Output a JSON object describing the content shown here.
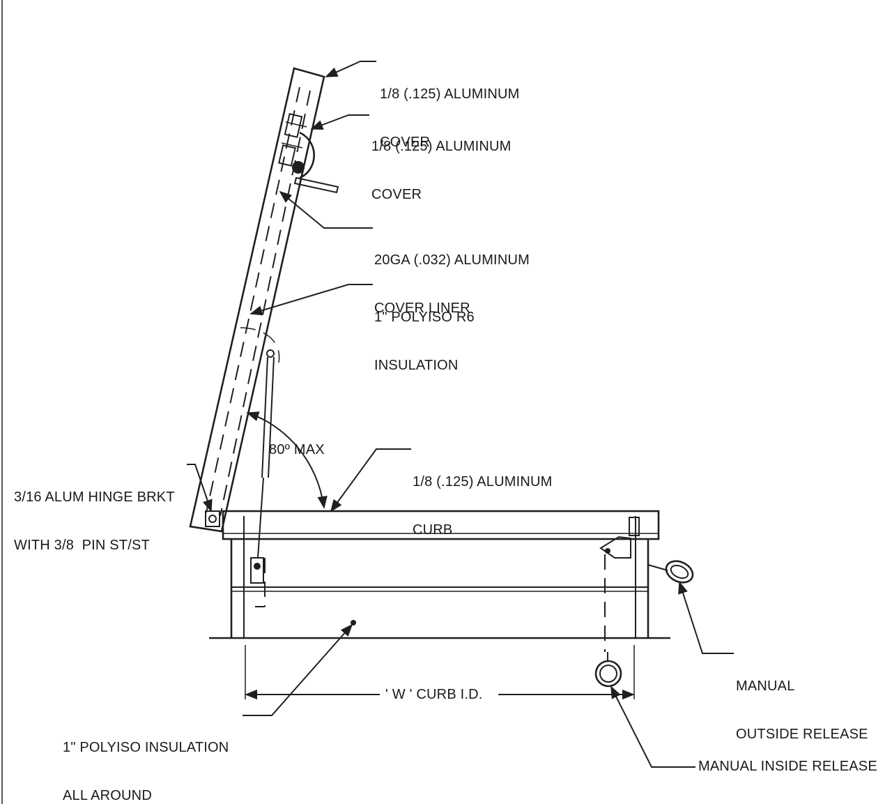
{
  "labels": {
    "cover_top": {
      "line1": "1/8 (.125) ALUMINUM",
      "line2": "COVER"
    },
    "cover_second": {
      "line1": "1/8 (.125) ALUMINUM",
      "line2": "COVER"
    },
    "cover_liner": {
      "line1": "20GA (.032) ALUMINUM",
      "line2": "COVER LINER"
    },
    "cover_insulation": {
      "line1": "1\" POLYISO R6",
      "line2": "INSULATION"
    },
    "angle": "80º MAX",
    "curb": {
      "line1": "1/8 (.125) ALUMINUM",
      "line2": "CURB"
    },
    "hinge": {
      "line1": "3/16 ALUM HINGE BRKT",
      "line2": "WITH 3/8  PIN ST/ST"
    },
    "width_dim": "' W ' CURB I.D.",
    "curb_insulation": {
      "line1": "1\" POLYISO INSULATION",
      "line2": "ALL AROUND"
    },
    "outside_release": {
      "line1": "MANUAL",
      "line2": "OUTSIDE RELEASE"
    },
    "inside_release": "MANUAL INSIDE RELEASE"
  },
  "colors": {
    "line": "#1f1f1f",
    "background": "#ffffff"
  }
}
